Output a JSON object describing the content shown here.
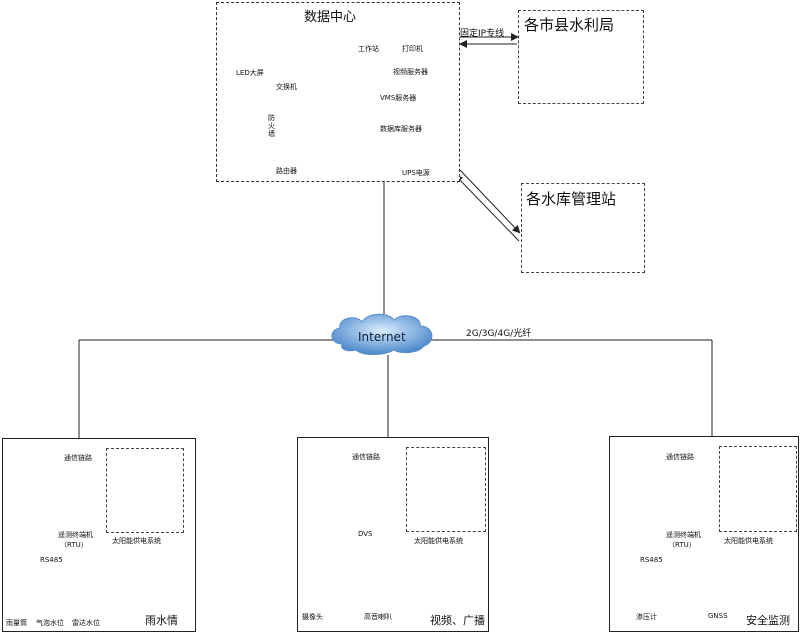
{
  "data_center": {
    "title": "数据中心",
    "led_screen": "LED大屏",
    "switch": "交换机",
    "firewall": "防火墙",
    "router": "路由器",
    "workstation": "工作站",
    "printer": "打印机",
    "video_server": "视频服务器",
    "vms_server": "VMS服务器",
    "db_server": "数据库服务器",
    "ups": "UPS电源"
  },
  "dedicated_line": "固定IP专线",
  "water_bureau": "各市县水利局",
  "reservoir_station": "各水库管理站",
  "internet": "Internet",
  "network_label": "2G/3G/4G/光纤",
  "stations": [
    {
      "comm_link": "通信链路",
      "rtu": "遥测终端机",
      "rtu_abbr": "（RTU）",
      "solar": "太阳能供电系统",
      "bus": "RS485",
      "sensors": [
        "雨量筒",
        "气泡水位",
        "雷达水位"
      ],
      "name": "雨水情"
    },
    {
      "comm_link": "通信链路",
      "dvs": "DVS",
      "solar": "太阳能供电系统",
      "sensors": [
        "摄像头",
        "高音喇叭"
      ],
      "name": "视频、广播"
    },
    {
      "comm_link": "通信链路",
      "rtu": "遥测终端机",
      "rtu_abbr": "（RTU）",
      "solar": "太阳能供电系统",
      "bus": "RS485",
      "sensors": [
        "渗压计",
        "GNSS"
      ],
      "name": "安全监测"
    }
  ],
  "colors": {
    "line": "#222222",
    "cloud": "#4f8fd0",
    "panel": "#2a2f3a"
  }
}
